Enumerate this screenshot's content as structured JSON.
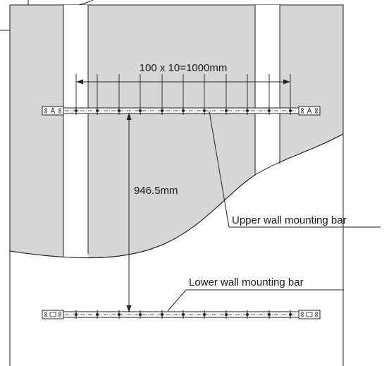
{
  "labels": {
    "spacing": "100 x 10=1000mm",
    "vertical_distance": "946.5mm",
    "upper_bar": "Upper wall mounting bar",
    "lower_bar": "Lower wall mounting bar"
  },
  "colors": {
    "wall_gray": "#d6d6d6",
    "stud_white": "#ffffff",
    "line": "#222222"
  }
}
